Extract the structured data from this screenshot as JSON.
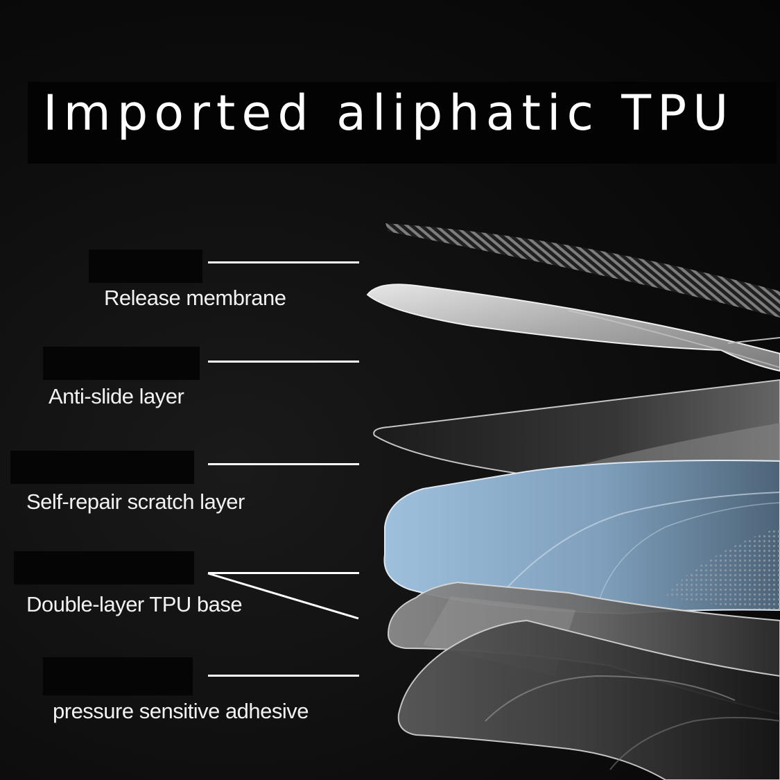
{
  "title": "Imported aliphatic TPU",
  "layers": [
    {
      "label": "Release membrane"
    },
    {
      "label": "Anti-slide layer"
    },
    {
      "label": "Self-repair scratch layer"
    },
    {
      "label": "Double-layer TPU base"
    },
    {
      "label": "pressure sensitive adhesive"
    }
  ],
  "colors": {
    "background": "#0a0a0a",
    "text": "#ffffff",
    "blue_layer": "#8fb0cc"
  }
}
